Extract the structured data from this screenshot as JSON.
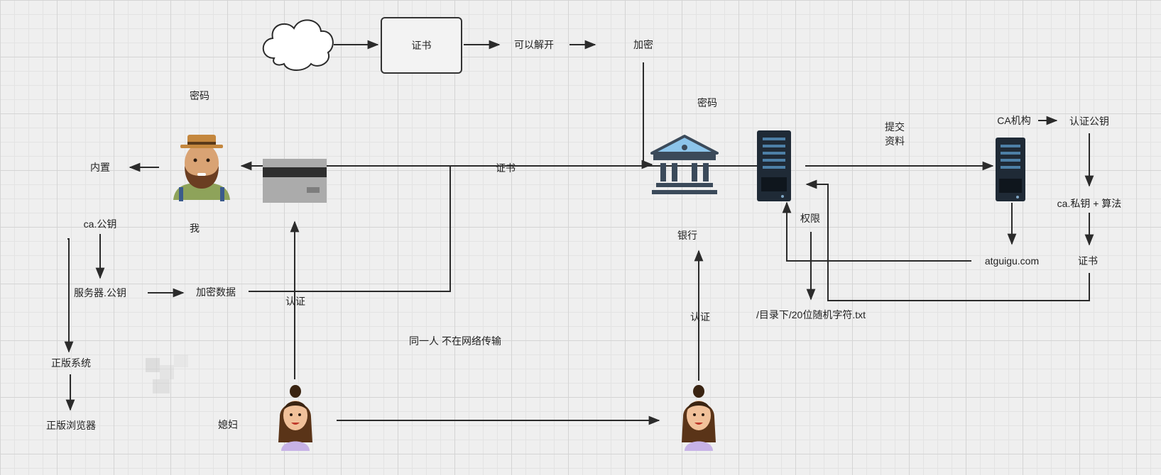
{
  "labels": {
    "cert_box": "证书",
    "can_open": "可以解开",
    "encrypt_top": "加密",
    "password_left": "密码",
    "password_bank": "密码",
    "builtin": "内置",
    "me": "我",
    "cert_mid": "证书",
    "submit": "提交\n资料",
    "ca_org": "CA机构",
    "auth_pubkey": "认证公钥",
    "ca_privkey_algo": "ca.私钥 + 算法",
    "ca_pubkey": "ca.公钥",
    "server_pubkey": "服务器.公钥",
    "encrypted_data": "加密数据",
    "auth_left": "认证",
    "bank": "银行",
    "permission": "权限",
    "atguigu": "atguigu.com",
    "cert_right": "证书",
    "dir_file": "/目录下/20位随机字符.txt",
    "auth_right": "认证",
    "same_person": "同一人 不在网络传输",
    "genuine_system": "正版系统",
    "genuine_browser": "正版浏览器",
    "wife": "媳妇"
  },
  "icons": {
    "cloud": "cloud-icon",
    "man": "man-with-hat-icon",
    "card": "bank-card-icon",
    "bank": "bank-building-icon",
    "server_left": "server-icon",
    "server_right": "server-icon",
    "woman_left": "woman-icon",
    "woman_right": "woman-icon"
  },
  "colors": {
    "line": "#2b2b2b",
    "server_body": "#1f2a36",
    "bank_blue": "#8cc4ea",
    "bank_dark": "#3b4a5a"
  }
}
